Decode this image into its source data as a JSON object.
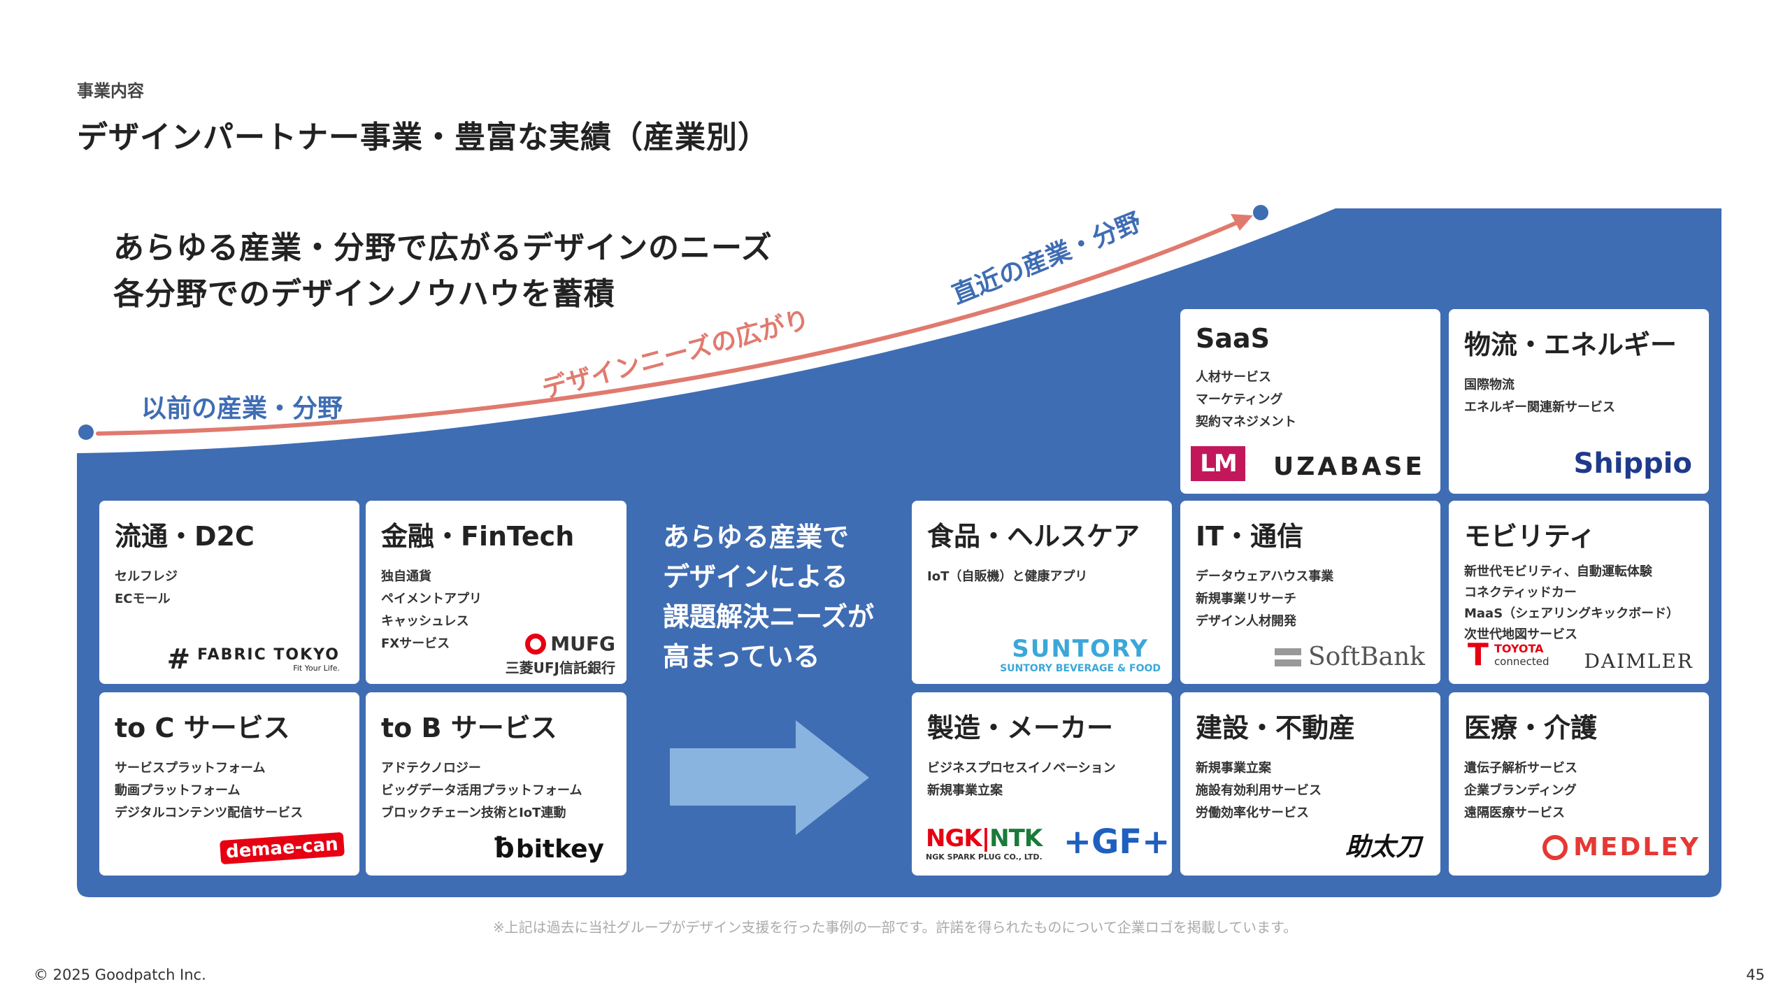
{
  "header": {
    "section_label": "事業内容",
    "title": "デザインパートナー事業・豊富な実績（産業別）"
  },
  "lead": {
    "line1": "あらゆる産業・分野で広がるデザインのニーズ",
    "line2": "各分野でのデザインノウハウを蓄積"
  },
  "curve_labels": {
    "past": "以前の産業・分野",
    "spread": "デザインニーズの広がり",
    "recent": "直近の産業・分野"
  },
  "colors": {
    "panel_blue": "#3f6db3",
    "curve_red": "#e07a6e",
    "arrow_light_blue": "#8ab4e0",
    "label_blue": "#3f6db3"
  },
  "center_message": {
    "lines": [
      "あらゆる産業で",
      "デザインによる",
      "課題解決ニーズが",
      "高まっている"
    ]
  },
  "cards": {
    "d2c": {
      "title": "流通・D2C",
      "items": [
        "セルフレジ",
        "ECモール"
      ],
      "logos": [
        "FABRIC TOKYO",
        "Fit Your Life."
      ]
    },
    "fintech": {
      "title": "金融・FinTech",
      "items": [
        "独自通貨",
        "ペイメントアプリ",
        "キャッシュレス",
        "FXサービス"
      ],
      "logos": [
        "MUFG",
        "三菱UFJ信託銀行"
      ]
    },
    "toc": {
      "title": "to C サービス",
      "items": [
        "サービスプラットフォーム",
        "動画プラットフォーム",
        "デジタルコンテンツ配信サービス"
      ],
      "logos": [
        "demae-can"
      ]
    },
    "tob": {
      "title": "to B サービス",
      "items": [
        "アドテクノロジー",
        "ビッグデータ活用プラットフォーム",
        "ブロックチェーン技術とIoT連動"
      ],
      "logos": [
        "bitkey"
      ]
    },
    "saas": {
      "title": "SaaS",
      "items": [
        "人材サービス",
        "マーケティング",
        "契約マネジメント"
      ],
      "logos": [
        "LM",
        "UZABASE"
      ]
    },
    "logistics": {
      "title": "物流・エネルギー",
      "items": [
        "国際物流",
        "エネルギー関連新サービス"
      ],
      "logos": [
        "Shippio"
      ]
    },
    "food": {
      "title": "食品・ヘルスケア",
      "items": [
        "IoT（自販機）と健康アプリ"
      ],
      "logos": [
        "SUNTORY",
        "SUNTORY BEVERAGE & FOOD"
      ]
    },
    "it": {
      "title": "IT・通信",
      "items": [
        "データウェアハウス事業",
        "新規事業リサーチ",
        "デザイン人材開発"
      ],
      "logos": [
        "SoftBank"
      ]
    },
    "mobility": {
      "title": "モビリティ",
      "items": [
        "新世代モビリティ、自動運転体験",
        "コネクティッドカー",
        "MaaS（シェアリングキックボード）",
        "次世代地図サービス"
      ],
      "logos": [
        "T",
        "TOYOTA",
        "connected",
        "DAIMLER"
      ]
    },
    "manufacturing": {
      "title": "製造・メーカー",
      "items": [
        "ビジネスプロセスイノベーション",
        "新規事業立案"
      ],
      "logos": [
        "NGK",
        "NTK",
        "NGK SPARK PLUG CO., LTD.",
        "+GF+"
      ]
    },
    "construction": {
      "title": "建設・不動産",
      "items": [
        "新規事業立案",
        "施設有効利用サービス",
        "労働効率化サービス"
      ],
      "logos": [
        "助太刀"
      ]
    },
    "medical": {
      "title": "医療・介護",
      "items": [
        "遺伝子解析サービス",
        "企業ブランディング",
        "遠隔医療サービス"
      ],
      "logos": [
        "MEDLEY"
      ]
    }
  },
  "footnote": "※上記は過去に当社グループがデザイン支援を行った事例の一部です。許諾を得られたものについて企業ロゴを掲載しています。",
  "footer": {
    "copyright": "© 2025 Goodpatch Inc.",
    "page_number": "45"
  }
}
